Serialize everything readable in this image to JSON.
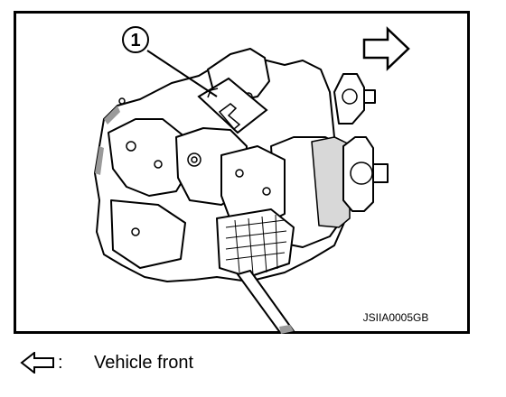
{
  "figure": {
    "callout_number": "1",
    "drawing_code": "JSIIA0005GB"
  },
  "legend": {
    "icon": "hollow-arrow-left-icon",
    "separator": ":",
    "text": "Vehicle front"
  },
  "colors": {
    "line": "#000000",
    "background": "#ffffff",
    "shading": "#9a9a9a"
  }
}
